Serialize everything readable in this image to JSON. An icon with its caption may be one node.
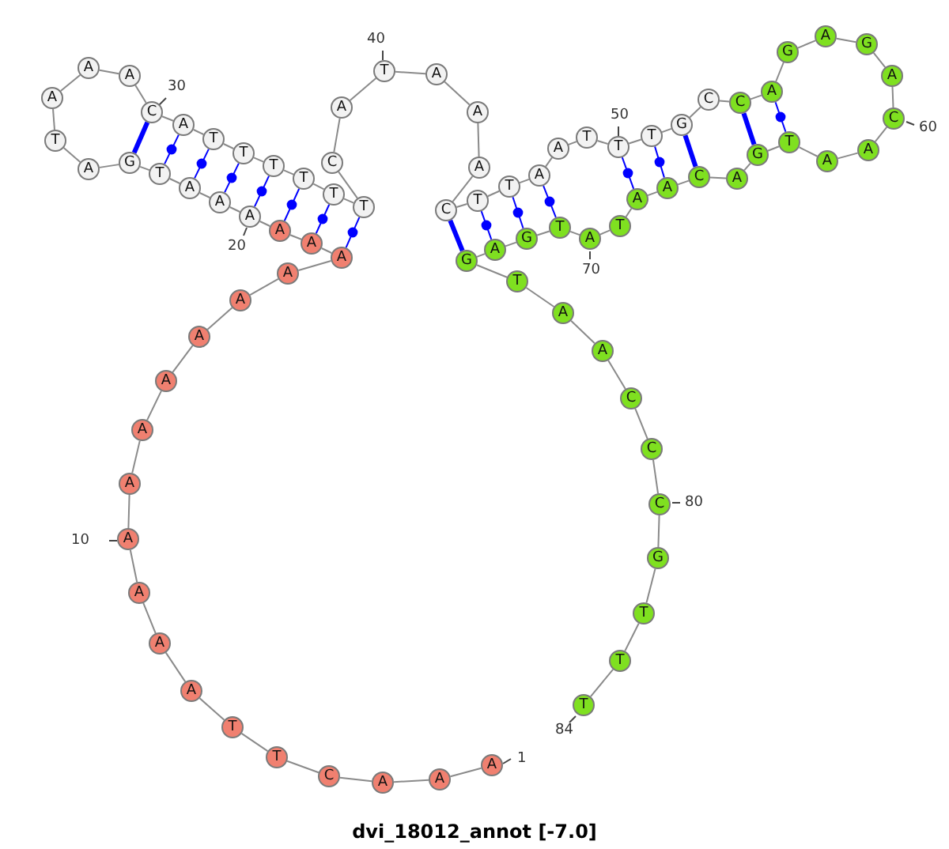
{
  "diagram": {
    "title": "dvi_18012_annot [-7.0]",
    "nodes": [
      {
        "text": [
          "A"
        ],
        "beside": [
          "1"
        ]
      },
      {
        "text": [
          "A"
        ]
      },
      {
        "text": [
          "A"
        ]
      },
      {
        "text": [
          "C"
        ]
      },
      {
        "text": [
          "T"
        ]
      },
      {
        "text": [
          "T"
        ]
      },
      {
        "text": [
          "A"
        ]
      },
      {
        "text": [
          "A"
        ]
      },
      {
        "text": [
          "A"
        ]
      },
      {
        "text": [
          "A"
        ],
        "beside": [
          "10"
        ]
      },
      {
        "text": [
          "A"
        ]
      },
      {
        "text": [
          "A"
        ]
      },
      {
        "text": [
          "A"
        ]
      },
      {
        "text": [
          "A"
        ]
      },
      {
        "text": [
          "A"
        ]
      },
      {
        "text": [
          "A"
        ]
      },
      {
        "text": [
          "A"
        ]
      },
      {
        "text": [
          "A"
        ]
      },
      {
        "text": [
          "A"
        ]
      },
      {
        "text": [
          "A"
        ],
        "beside": [
          "20"
        ]
      },
      {
        "text": [
          "A"
        ]
      },
      {
        "text": [
          "A"
        ]
      },
      {
        "text": [
          "T"
        ]
      },
      {
        "text": [
          "G"
        ]
      },
      {
        "text": [
          "A"
        ]
      },
      {
        "text": [
          "T"
        ]
      },
      {
        "text": [
          "A"
        ]
      },
      {
        "text": [
          "A"
        ]
      },
      {
        "text": [
          "A"
        ]
      },
      {
        "text": [
          "C"
        ],
        "beside": [
          "30"
        ]
      },
      {
        "text": [
          "A"
        ]
      },
      {
        "text": [
          "T"
        ]
      },
      {
        "text": [
          "T"
        ]
      },
      {
        "text": [
          "T"
        ]
      },
      {
        "text": [
          "T"
        ]
      },
      {
        "text": [
          "T"
        ]
      },
      {
        "text": [
          "T"
        ]
      },
      {
        "text": [
          "C"
        ]
      },
      {
        "text": [
          "A"
        ]
      },
      {
        "text": [
          "T"
        ],
        "beside": [
          "40"
        ]
      },
      {
        "text": [
          "A"
        ]
      },
      {
        "text": [
          "A"
        ]
      },
      {
        "text": [
          "A"
        ]
      },
      {
        "text": [
          "C"
        ]
      },
      {
        "text": [
          "T"
        ]
      },
      {
        "text": [
          "T"
        ]
      },
      {
        "text": [
          "A"
        ]
      },
      {
        "text": [
          "A"
        ]
      },
      {
        "text": [
          "T"
        ]
      },
      {
        "text": [
          "T"
        ],
        "beside": [
          "50"
        ]
      },
      {
        "text": [
          "T"
        ]
      },
      {
        "text": [
          "G"
        ]
      },
      {
        "text": [
          "C"
        ]
      },
      {
        "text": [
          "C"
        ]
      },
      {
        "text": [
          "A"
        ]
      },
      {
        "text": [
          "G"
        ]
      },
      {
        "text": [
          "A"
        ]
      },
      {
        "text": [
          "G"
        ]
      },
      {
        "text": [
          "A"
        ]
      },
      {
        "text": [
          "C"
        ],
        "beside": [
          "60"
        ]
      },
      {
        "text": [
          "A"
        ]
      },
      {
        "text": [
          "A"
        ]
      },
      {
        "text": [
          "T"
        ]
      },
      {
        "text": [
          "G"
        ]
      },
      {
        "text": [
          "A"
        ]
      },
      {
        "text": [
          "C"
        ]
      },
      {
        "text": [
          "A"
        ]
      },
      {
        "text": [
          "A"
        ]
      },
      {
        "text": [
          "T"
        ]
      },
      {
        "text": [
          "A"
        ],
        "beside": [
          "70"
        ]
      },
      {
        "text": [
          "T"
        ]
      },
      {
        "text": [
          "G"
        ]
      },
      {
        "text": [
          "A"
        ]
      },
      {
        "text": [
          "G"
        ]
      },
      {
        "text": [
          "T"
        ]
      },
      {
        "text": [
          "A"
        ]
      },
      {
        "text": [
          "A"
        ]
      },
      {
        "text": [
          "C"
        ]
      },
      {
        "text": [
          "C"
        ]
      },
      {
        "text": [
          "C"
        ],
        "beside": [
          "80"
        ]
      },
      {
        "text": [
          "G"
        ]
      },
      {
        "text": [
          "T"
        ]
      },
      {
        "text": [
          "T"
        ]
      },
      {
        "text": [
          "T"
        ],
        "beside": [
          "84"
        ]
      }
    ],
    "edges": [
      {
        "from": 0,
        "to": 1,
        "arrow": "none"
      },
      {
        "from": 1,
        "to": 2,
        "arrow": "none"
      },
      {
        "from": 2,
        "to": 3,
        "arrow": "none"
      },
      {
        "from": 3,
        "to": 4,
        "arrow": "none"
      },
      {
        "from": 4,
        "to": 5,
        "arrow": "none"
      },
      {
        "from": 5,
        "to": 6,
        "arrow": "none"
      },
      {
        "from": 6,
        "to": 7,
        "arrow": "none"
      },
      {
        "from": 7,
        "to": 8,
        "arrow": "none"
      },
      {
        "from": 8,
        "to": 9,
        "arrow": "none"
      },
      {
        "from": 9,
        "to": 10,
        "arrow": "none"
      },
      {
        "from": 10,
        "to": 11,
        "arrow": "none"
      },
      {
        "from": 11,
        "to": 12,
        "arrow": "none"
      },
      {
        "from": 12,
        "to": 13,
        "arrow": "none"
      },
      {
        "from": 13,
        "to": 14,
        "arrow": "none"
      },
      {
        "from": 14,
        "to": 15,
        "arrow": "none"
      },
      {
        "from": 15,
        "to": 16,
        "arrow": "none"
      },
      {
        "from": 16,
        "to": 17,
        "arrow": "none"
      },
      {
        "from": 17,
        "to": 18,
        "arrow": "none"
      },
      {
        "from": 18,
        "to": 19,
        "arrow": "none"
      },
      {
        "from": 19,
        "to": 20,
        "arrow": "none"
      },
      {
        "from": 20,
        "to": 21,
        "arrow": "none"
      },
      {
        "from": 21,
        "to": 22,
        "arrow": "none"
      },
      {
        "from": 22,
        "to": 23,
        "arrow": "none"
      },
      {
        "from": 23,
        "to": 24,
        "arrow": "none"
      },
      {
        "from": 24,
        "to": 25,
        "arrow": "none"
      },
      {
        "from": 25,
        "to": 26,
        "arrow": "none"
      },
      {
        "from": 26,
        "to": 27,
        "arrow": "none"
      },
      {
        "from": 27,
        "to": 28,
        "arrow": "none"
      },
      {
        "from": 28,
        "to": 29,
        "arrow": "none"
      },
      {
        "from": 29,
        "to": 30,
        "arrow": "none"
      },
      {
        "from": 30,
        "to": 31,
        "arrow": "none"
      },
      {
        "from": 31,
        "to": 32,
        "arrow": "none"
      },
      {
        "from": 32,
        "to": 33,
        "arrow": "none"
      },
      {
        "from": 33,
        "to": 34,
        "arrow": "none"
      },
      {
        "from": 34,
        "to": 35,
        "arrow": "none"
      },
      {
        "from": 35,
        "to": 36,
        "arrow": "none"
      },
      {
        "from": 36,
        "to": 37,
        "arrow": "none"
      },
      {
        "from": 37,
        "to": 38,
        "arrow": "none"
      },
      {
        "from": 38,
        "to": 39,
        "arrow": "none"
      },
      {
        "from": 39,
        "to": 40,
        "arrow": "none"
      },
      {
        "from": 40,
        "to": 41,
        "arrow": "none"
      },
      {
        "from": 41,
        "to": 42,
        "arrow": "none"
      },
      {
        "from": 42,
        "to": 43,
        "arrow": "none"
      },
      {
        "from": 43,
        "to": 44,
        "arrow": "none"
      },
      {
        "from": 44,
        "to": 45,
        "arrow": "none"
      },
      {
        "from": 45,
        "to": 46,
        "arrow": "none"
      },
      {
        "from": 46,
        "to": 47,
        "arrow": "none"
      },
      {
        "from": 47,
        "to": 48,
        "arrow": "none"
      },
      {
        "from": 48,
        "to": 49,
        "arrow": "none"
      },
      {
        "from": 49,
        "to": 50,
        "arrow": "none"
      },
      {
        "from": 50,
        "to": 51,
        "arrow": "none"
      },
      {
        "from": 51,
        "to": 52,
        "arrow": "none"
      },
      {
        "from": 52,
        "to": 53,
        "arrow": "none"
      },
      {
        "from": 53,
        "to": 54,
        "arrow": "none"
      },
      {
        "from": 54,
        "to": 55,
        "arrow": "none"
      },
      {
        "from": 55,
        "to": 56,
        "arrow": "none"
      },
      {
        "from": 56,
        "to": 57,
        "arrow": "none"
      },
      {
        "from": 57,
        "to": 58,
        "arrow": "none"
      },
      {
        "from": 58,
        "to": 59,
        "arrow": "none"
      },
      {
        "from": 59,
        "to": 60,
        "arrow": "none"
      },
      {
        "from": 60,
        "to": 61,
        "arrow": "none"
      },
      {
        "from": 61,
        "to": 62,
        "arrow": "none"
      },
      {
        "from": 62,
        "to": 63,
        "arrow": "none"
      },
      {
        "from": 63,
        "to": 64,
        "arrow": "none"
      },
      {
        "from": 64,
        "to": 65,
        "arrow": "none"
      },
      {
        "from": 65,
        "to": 66,
        "arrow": "none"
      },
      {
        "from": 66,
        "to": 67,
        "arrow": "none"
      },
      {
        "from": 67,
        "to": 68,
        "arrow": "none"
      },
      {
        "from": 68,
        "to": 69,
        "arrow": "none"
      },
      {
        "from": 69,
        "to": 70,
        "arrow": "none"
      },
      {
        "from": 70,
        "to": 71,
        "arrow": "none"
      },
      {
        "from": 71,
        "to": 72,
        "arrow": "none"
      },
      {
        "from": 72,
        "to": 73,
        "arrow": "none"
      },
      {
        "from": 73,
        "to": 74,
        "arrow": "none"
      },
      {
        "from": 74,
        "to": 75,
        "arrow": "none"
      },
      {
        "from": 75,
        "to": 76,
        "arrow": "none"
      },
      {
        "from": 76,
        "to": 77,
        "arrow": "none"
      },
      {
        "from": 77,
        "to": 78,
        "arrow": "none"
      },
      {
        "from": 78,
        "to": 79,
        "arrow": "none"
      },
      {
        "from": 79,
        "to": 80,
        "arrow": "none"
      },
      {
        "from": 80,
        "to": 81,
        "arrow": "none"
      },
      {
        "from": 81,
        "to": 82,
        "arrow": "none"
      },
      {
        "from": 82,
        "to": 83,
        "arrow": "none"
      },
      {
        "from": 29,
        "to": 23,
        "arrow": "none",
        "style": "thick",
        "color": "#0000ff"
      },
      {
        "from": 30,
        "to": 22,
        "arrow": "none",
        "color": "#0000ff"
      },
      {
        "from": 31,
        "to": 21,
        "arrow": "none",
        "color": "#0000ff"
      },
      {
        "from": 32,
        "to": 20,
        "arrow": "none",
        "color": "#0000ff"
      },
      {
        "from": 33,
        "to": 19,
        "arrow": "none",
        "color": "#0000ff"
      },
      {
        "from": 34,
        "to": 18,
        "arrow": "none",
        "color": "#0000ff"
      },
      {
        "from": 35,
        "to": 17,
        "arrow": "none",
        "color": "#0000ff"
      },
      {
        "from": 36,
        "to": 16,
        "arrow": "none",
        "color": "#0000ff"
      },
      {
        "from": 43,
        "to": 73,
        "arrow": "none",
        "style": "thick",
        "color": "#0000ff"
      },
      {
        "from": 44,
        "to": 72,
        "arrow": "none",
        "color": "#0000ff"
      },
      {
        "from": 45,
        "to": 71,
        "arrow": "none",
        "color": "#0000ff"
      },
      {
        "from": 46,
        "to": 70,
        "arrow": "none",
        "color": "#0000ff"
      },
      {
        "from": 49,
        "to": 67,
        "arrow": "none",
        "color": "#0000ff"
      },
      {
        "from": 50,
        "to": 66,
        "arrow": "none",
        "color": "#0000ff"
      },
      {
        "from": 51,
        "to": 65,
        "arrow": "none",
        "style": "thick",
        "color": "#0000ff"
      },
      {
        "from": 53,
        "to": 63,
        "arrow": "none",
        "style": "thick",
        "color": "#0000ff"
      },
      {
        "from": 54,
        "to": 62,
        "arrow": "none",
        "color": "#0000ff"
      }
    ]
  }
}
